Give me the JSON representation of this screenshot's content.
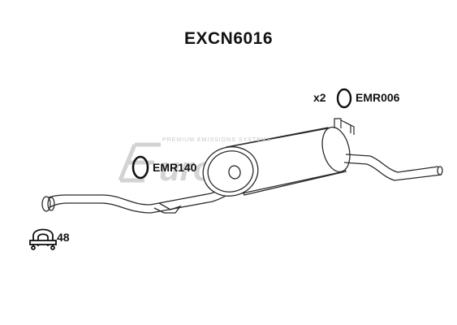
{
  "title": "EXCN6016",
  "watermark": {
    "brand": "EuroFlo",
    "tagline": "PREMIUM EMISSIONS SYSTEMS",
    "colors": {
      "dark": "#d0d0d0",
      "accent": "#f0b8b8"
    }
  },
  "parts": {
    "gasket_ring_a": {
      "code": "EMR006",
      "quantity": "x2",
      "icon": "gasket-ring-icon"
    },
    "gasket_ring_b": {
      "code": "EMR140",
      "icon": "gasket-ring-icon"
    },
    "clamp": {
      "code": "48",
      "icon": "u-bolt-clamp-icon"
    },
    "exhaust": {
      "icon": "exhaust-silencer-assembly"
    }
  }
}
